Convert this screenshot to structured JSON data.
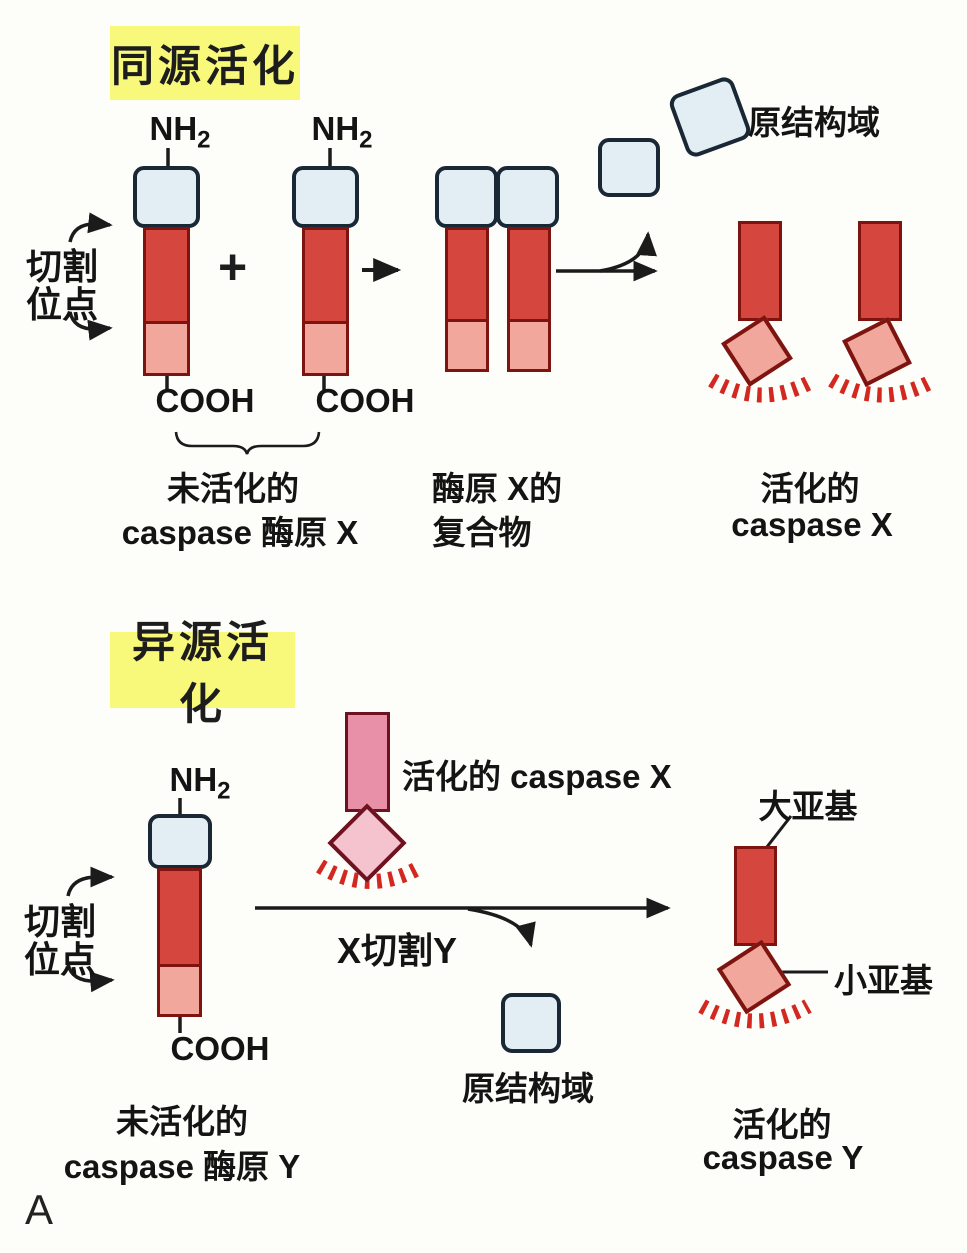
{
  "figure_label": "A",
  "shared": {
    "nh2_base": "NH",
    "nh2_sub": "2",
    "cooh": "COOH",
    "plus": "+",
    "cleavage_line1": "切割",
    "cleavage_line2": "位点",
    "prodomain": "原结构域"
  },
  "homo": {
    "title": "同源活化",
    "inactive_line1": "未活化的",
    "inactive_line2": "caspase 酶原 X",
    "complex_line1": "酶原 X的",
    "complex_line2": "复合物",
    "active_line1": "活化的",
    "active_line2": "caspase X"
  },
  "hetero": {
    "title": "异源活化",
    "active_x": "活化的 caspase X",
    "x_cleaves_y": "X切割Y",
    "large_subunit": "大亚基",
    "small_subunit": "小亚基",
    "inactive_line1": "未活化的",
    "inactive_line2": "caspase 酶原 Y",
    "active_line1": "活化的",
    "active_line2": "caspase Y"
  },
  "colors": {
    "highlight_yellow": "#f8f87a",
    "prodomain_fill": "#e3eef4",
    "prodomain_stroke": "#1a2735",
    "large_subunit_fill": "#d5463e",
    "small_subunit_fill": "#f1a79c",
    "subunit_stroke": "#7d1410",
    "active_x_bar_fill": "#e890a7",
    "active_x_diamond_fill": "#f4c3ce",
    "burst_dash_red": "#d3281f"
  }
}
